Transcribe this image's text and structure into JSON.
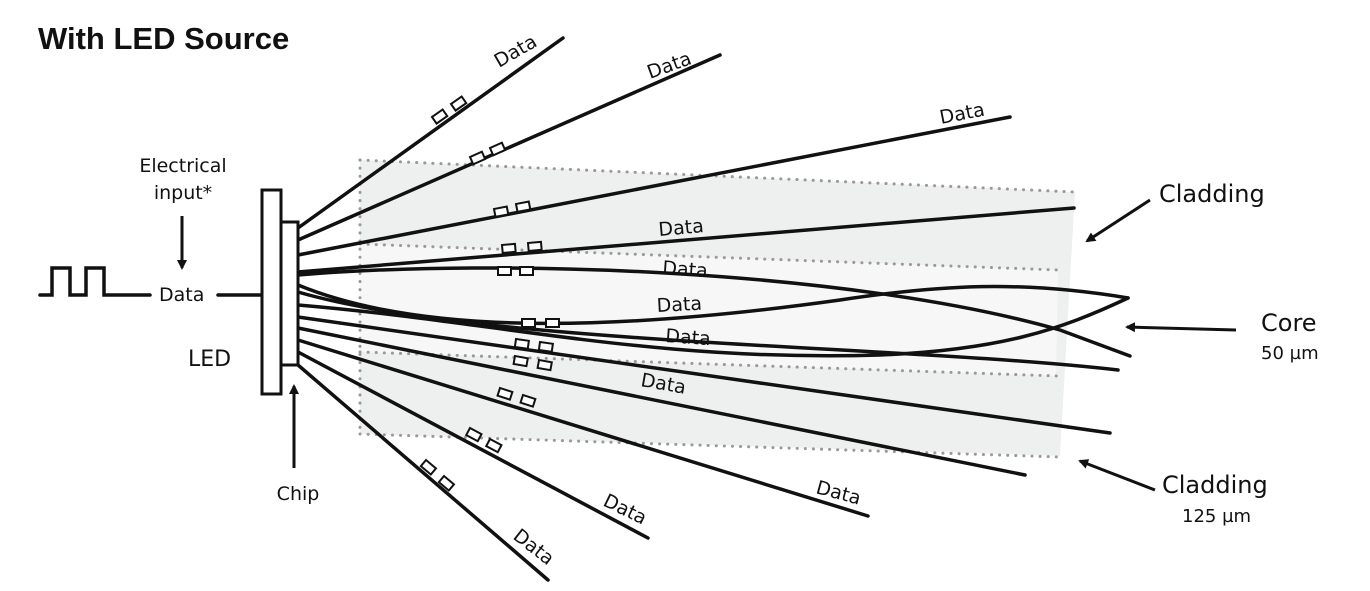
{
  "title": "With LED Source",
  "labels": {
    "electrical_input_line1": "Electrical",
    "electrical_input_line2": "input*",
    "input_data": "Data",
    "led": "LED",
    "chip": "Chip",
    "cladding_top": "Cladding",
    "core": "Core",
    "core_size": "50 µm",
    "cladding_bottom": "Cladding",
    "cladding_size": "125 µm"
  },
  "data_labels": [
    "Data",
    "Data",
    "Data",
    "Data",
    "Data",
    "Data",
    "Data",
    "Data",
    "Data",
    "Data",
    "Data"
  ],
  "colors": {
    "ink": "#111111",
    "cladding_fill": "#eef0ef",
    "core_fill": "#f6f7f6",
    "dotted_boundary": "#999999"
  }
}
